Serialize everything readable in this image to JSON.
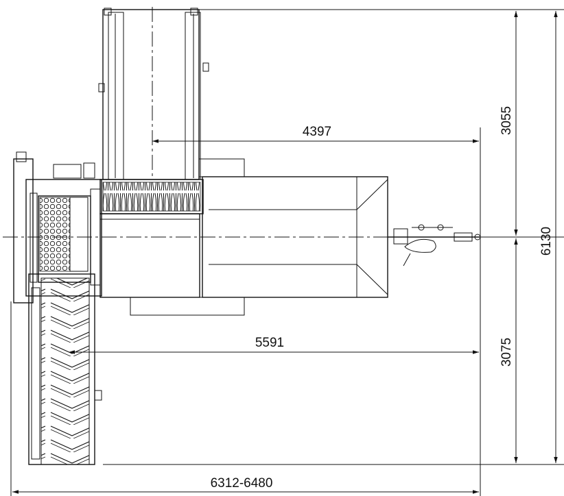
{
  "dimensions": {
    "upper_arm_length": "4397",
    "lower_arm_length": "5591",
    "overall_length": "6312-6480",
    "upper_height": "3055",
    "lower_height": "3075",
    "overall_height": "6130"
  }
}
